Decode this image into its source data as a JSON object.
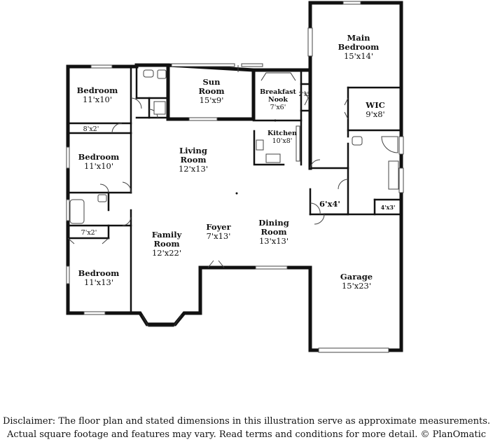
{
  "rooms": [
    {
      "id": "main-bedroom",
      "name": "Main\nBedroom",
      "dims": "15'x14'"
    },
    {
      "id": "wic",
      "name": "WIC",
      "dims": "9'x8'"
    },
    {
      "id": "bedroom-1",
      "name": "Bedroom",
      "dims": "11'x10'"
    },
    {
      "id": "sun-room",
      "name": "Sun\nRoom",
      "dims": "15'x9'"
    },
    {
      "id": "breakfast-nook",
      "name": "Breakfast\nNook",
      "dims": "7'x6'"
    },
    {
      "id": "closet-2x5",
      "name": "",
      "dims": "2'x5'"
    },
    {
      "id": "closet-8x2",
      "name": "",
      "dims": "8'x2'"
    },
    {
      "id": "kitchen",
      "name": "Kitchen",
      "dims": "10'x8'"
    },
    {
      "id": "bedroom-2",
      "name": "Bedroom",
      "dims": "11'x10'"
    },
    {
      "id": "living-room",
      "name": "Living\nRoom",
      "dims": "12'x13'"
    },
    {
      "id": "closet-6x4",
      "name": "",
      "dims": "6'x4'"
    },
    {
      "id": "closet-4x3",
      "name": "",
      "dims": "4'x3'"
    },
    {
      "id": "closet-7x2",
      "name": "",
      "dims": "7'x2'"
    },
    {
      "id": "family-room",
      "name": "Family\nRoom",
      "dims": "12'x22'"
    },
    {
      "id": "foyer",
      "name": "Foyer",
      "dims": "7'x13'"
    },
    {
      "id": "dining-room",
      "name": "Dining\nRoom",
      "dims": "13'x13'"
    },
    {
      "id": "garage",
      "name": "Garage",
      "dims": "15'x23'"
    },
    {
      "id": "bedroom-3",
      "name": "Bedroom",
      "dims": "11'x13'"
    }
  ],
  "disclaimer": {
    "line1": "Disclaimer: The floor plan and stated dimensions in this illustration serve as approximate measurements.",
    "line2": "Actual square footage and features may vary. Read terms and conditions for more detail. © PlanOmatic"
  }
}
